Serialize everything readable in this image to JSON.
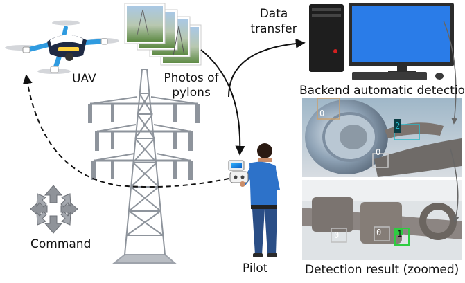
{
  "labels": {
    "uav": "UAV",
    "photos_line1": "Photos of",
    "photos_line2": "pylons",
    "data_line1": "Data",
    "data_line2": "transfer",
    "backend": "Backend automatic detection",
    "pilot": "Pilot",
    "command": "Command",
    "result": "Detection result (zoomed)"
  },
  "detections_top": [
    "0",
    "2",
    "0"
  ],
  "detections_bottom": [
    "0",
    "0",
    "1"
  ],
  "colors": {
    "uav_blue": "#2f9be0",
    "pylon": "#9ea3ab",
    "box_cyan": "#29b8c9",
    "box_green": "#2ecc40",
    "pilot_shirt": "#2d72c9"
  }
}
